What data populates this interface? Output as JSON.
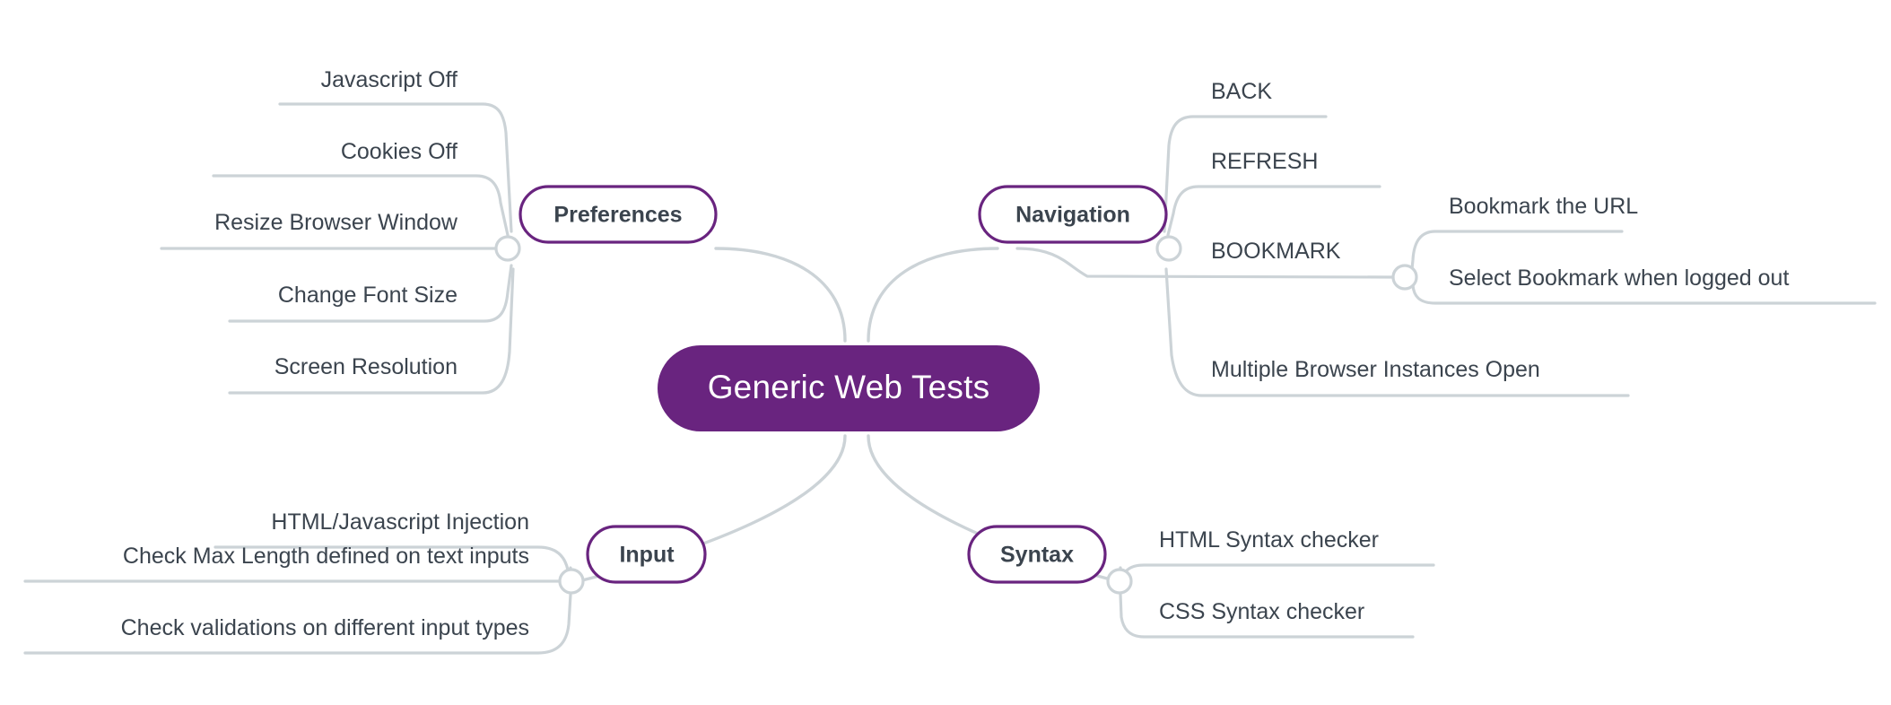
{
  "diagram": {
    "type": "mind-map",
    "title": "Generic Web Tests",
    "background_color": "#ffffff",
    "root_fill_color": "#69247f",
    "branch_border_color": "#69247f",
    "line_color": "#ccd3d7",
    "text_color": "#3b444e"
  },
  "root": {
    "label": "Generic Web Tests"
  },
  "branches": [
    {
      "id": "preferences",
      "label": "Preferences",
      "side": "left",
      "children": [
        {
          "label": "Javascript Off"
        },
        {
          "label": "Cookies Off"
        },
        {
          "label": "Resize Browser Window"
        },
        {
          "label": "Change Font Size"
        },
        {
          "label": "Screen Resolution"
        }
      ]
    },
    {
      "id": "navigation",
      "label": "Navigation",
      "side": "right",
      "children": [
        {
          "label": "BACK"
        },
        {
          "label": "REFRESH"
        },
        {
          "label": "BOOKMARK",
          "children": [
            {
              "label": "Bookmark the URL"
            },
            {
              "label": "Select Bookmark when logged out"
            }
          ]
        },
        {
          "label": "Multiple Browser Instances Open"
        }
      ]
    },
    {
      "id": "input",
      "label": "Input",
      "side": "left",
      "children": [
        {
          "label": "HTML/Javascript Injection"
        },
        {
          "label": "Check Max Length defined on text inputs"
        },
        {
          "label": "Check validations on different input types"
        }
      ]
    },
    {
      "id": "syntax",
      "label": "Syntax",
      "side": "right",
      "children": [
        {
          "label": "HTML Syntax checker"
        },
        {
          "label": "CSS Syntax checker"
        }
      ]
    }
  ]
}
